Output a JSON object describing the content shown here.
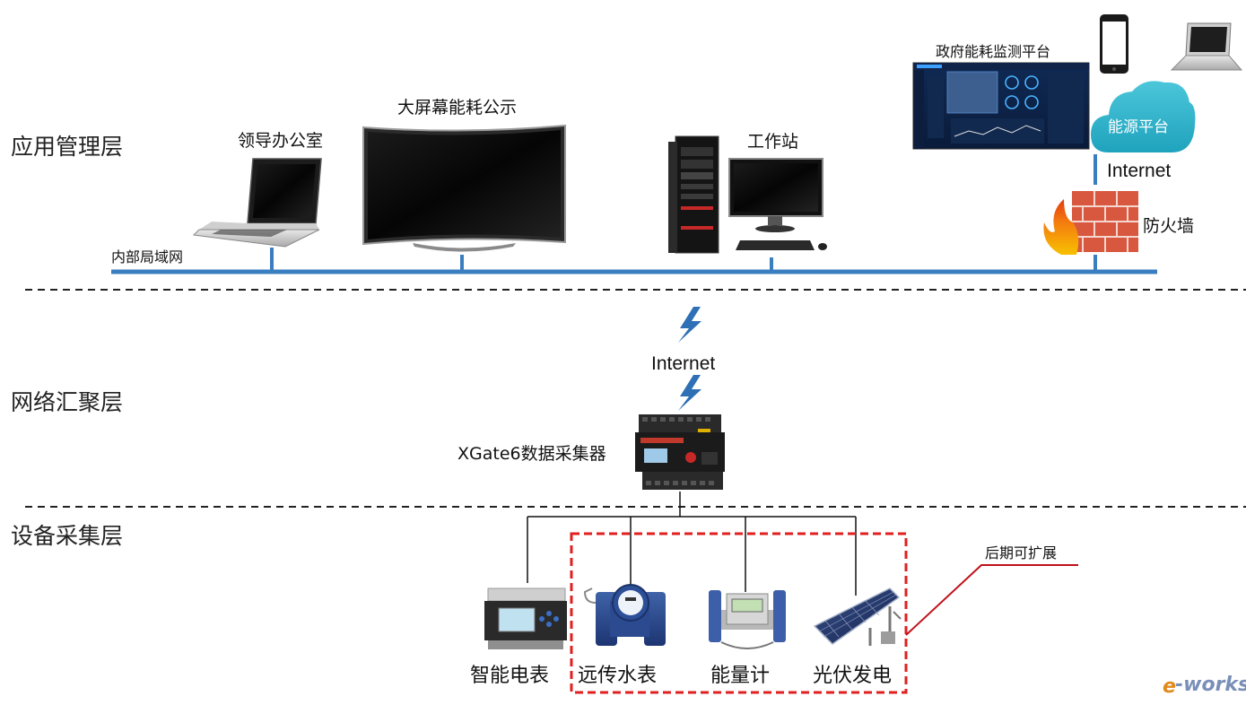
{
  "layers": {
    "app": "应用管理层",
    "net": "网络汇聚层",
    "dev": "设备采集层"
  },
  "lan_label": "内部局域网",
  "app_devices": {
    "office": "领导办公室",
    "screen": "大屏幕能耗公示",
    "workstation": "工作站",
    "gov_platform": "政府能耗监测平台",
    "cloud": "能源平台",
    "internet_top": "Internet",
    "firewall": "防火墙"
  },
  "network": {
    "internet": "Internet",
    "collector": "XGate6数据采集器"
  },
  "field_devices": {
    "meter": "智能电表",
    "water": "远传水表",
    "energy": "能量计",
    "pv": "光伏发电",
    "future": "后期可扩展"
  },
  "watermark": {
    "e": "e",
    "rest": "-works"
  },
  "colors": {
    "lan_blue": "#3a7ec0",
    "bolt_blue": "#2e6fb5",
    "cloud_teal": "#33b3c9",
    "dashed_red": "#e02020"
  }
}
